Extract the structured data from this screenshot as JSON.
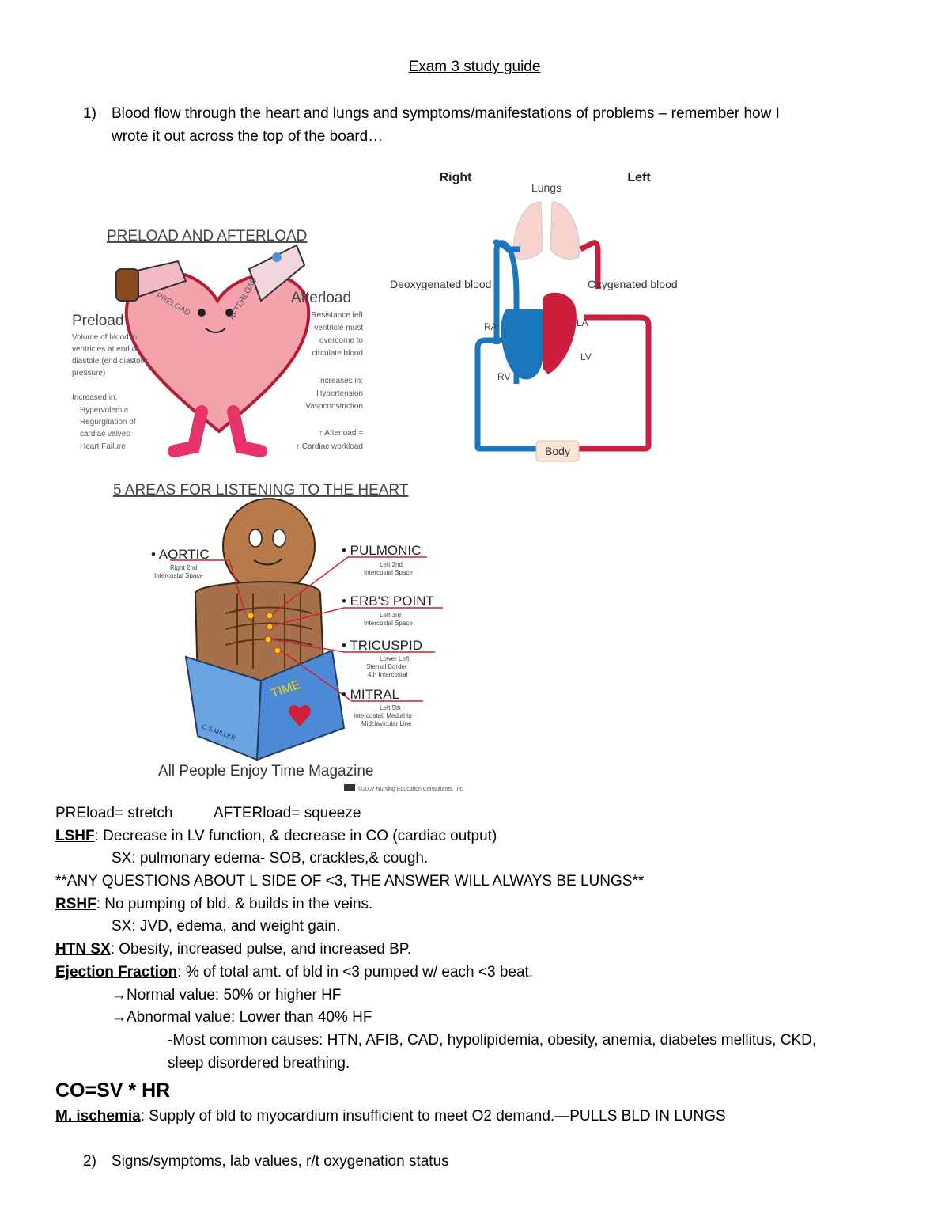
{
  "title": "Exam 3 study guide",
  "q1": {
    "num": "1)",
    "line1": "Blood flow through the heart and lungs and symptoms/manifestations of problems – remember how I",
    "line2": "wrote it out across the top of the board…"
  },
  "preload_img": {
    "title": "PRELOAD AND AFTERLOAD",
    "preload_arrow": "PRELOAD",
    "afterload_arrow": "AFTERLOAD",
    "preload_heading": "Preload",
    "preload_desc": [
      "Volume of blood in",
      "ventricles at end of",
      "diastole (end diastolic",
      "pressure)"
    ],
    "preload_inc_head": "Increased in:",
    "preload_inc": [
      "Hypervolemia",
      "Regurgitation of",
      "cardiac valves",
      "Heart Failure"
    ],
    "afterload_heading": "Afterload",
    "afterload_desc": [
      "Resistance left",
      "ventricle must",
      "overcome to",
      "circulate blood"
    ],
    "afterload_inc": [
      "Increases in:",
      "Hypertension",
      "Vasoconstriction"
    ],
    "afterload_notes": [
      "↑ Afterload =",
      "↑ Cardiac workload"
    ]
  },
  "flow_img": {
    "right": "Right",
    "left": "Left",
    "lungs": "Lungs",
    "deoxy": "Deoxygenated blood",
    "oxy": "Oxygenated blood",
    "ra": "RA",
    "la": "LA",
    "rv": "RV",
    "lv": "LV",
    "body": "Body",
    "deoxy_color": "#1a76bd",
    "oxy_color": "#cc1f3e"
  },
  "listen_img": {
    "title": "5 AREAS FOR LISTENING TO THE HEART",
    "aortic": "• AORTIC",
    "aortic_sub": [
      "Right 2nd",
      "Intercostal Space"
    ],
    "pulmonic": "• PULMONIC",
    "pulmonic_sub": [
      "Left 2nd",
      "Intercostal Space"
    ],
    "erbs": "• ERB'S POINT",
    "erbs_sub": [
      "Left 3rd",
      "Intercostal Space"
    ],
    "tricuspid": "• TRICUSPID",
    "tricuspid_sub": [
      "Lower Left",
      "Sternal Border",
      "4th Intercostal"
    ],
    "mitral": "• MITRAL",
    "mitral_sub": [
      "Left 5th",
      "Intercostal, Medial to",
      "Midclavicular Line"
    ],
    "book_text": "TIME",
    "signature": "C.S.MILLER",
    "mnemonic": "All People Enjoy Time Magazine",
    "copyright": "©2007 Nursing Education Consultants, Inc."
  },
  "notes": {
    "preload": "PREload= stretch",
    "afterload": "AFTERload= squeeze",
    "lshf_term": "LSHF",
    "lshf_def": ": Decrease in LV function, & decrease in CO (cardiac output)",
    "lshf_sx": "SX: pulmonary edema- SOB, crackles,& cough.",
    "any_q": "**ANY QUESTIONS ABOUT L SIDE OF <3, THE ANSWER WILL ALWAYS BE LUNGS**",
    "rshf_term": "RSHF",
    "rshf_def": ": No pumping of bld. & builds in the veins.",
    "rshf_sx": "SX: JVD, edema, and weight gain.",
    "htn_term": "HTN SX",
    "htn_def": ": Obesity, increased pulse, and increased BP.",
    "ef_term": "Ejection Fraction",
    "ef_def": ": % of total amt. of bld in <3 pumped w/ each <3 beat.",
    "ef_normal": "→Normal value: 50% or higher HF",
    "ef_abnormal": "→Abnormal value: Lower than 40% HF",
    "causes1": "-Most common causes: HTN, AFIB, CAD, hypolipidemia, obesity, anemia, diabetes mellitus, CKD,",
    "causes2": "sleep disordered breathing.",
    "co": "CO=SV * HR",
    "isch_term": "M. ischemia",
    "isch_def": ": Supply of bld to myocardium insufficient to meet O2 demand.—PULLS BLD IN LUNGS"
  },
  "q2": {
    "num": "2)",
    "text": "Signs/symptoms, lab values, r/t oxygenation status"
  }
}
